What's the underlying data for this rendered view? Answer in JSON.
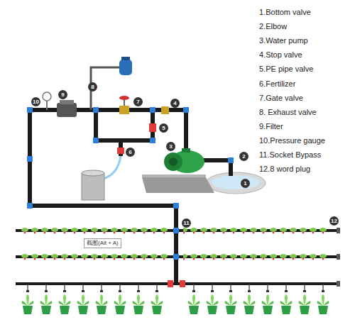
{
  "diagram": {
    "labels": [
      "1.Bottom valve",
      "2.Elbow",
      "3.Water pump",
      "4.Stop valve",
      "5.PE pipe valve",
      "6.Fertilizer",
      "7.Gate valve",
      "8. Exhaust valve",
      "9.Filter",
      "10.Pressure gauge",
      "11.Socket Bypass",
      "12.8 word plug",
      "10",
      "9",
      "8",
      "7",
      "4",
      "5",
      "6",
      "3",
      "2",
      "1",
      "11",
      "12",
      "截图(Alt + A)"
    ]
  }
}
